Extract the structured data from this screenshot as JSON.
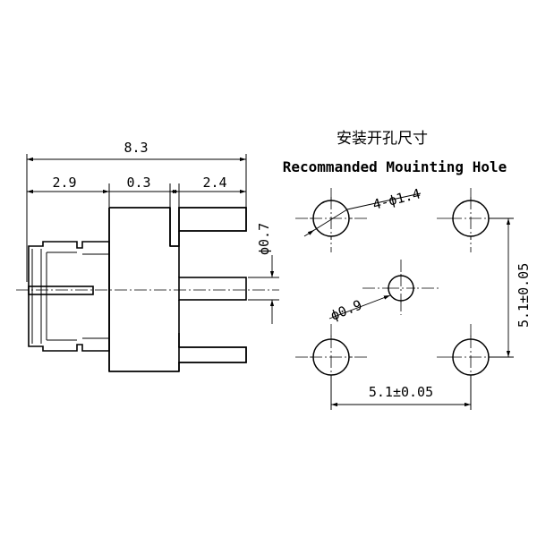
{
  "title_cn": "安装开孔尺寸",
  "title_en": "Recommanded Mouinting Hole",
  "dimensions": {
    "overall_length": "8.3",
    "front_length": "2.9",
    "gap": "0.3",
    "rear_length": "2.4",
    "pin_diameter": "ϕ0.7",
    "hole_pattern": "4-ϕ1.4",
    "center_hole": "ϕ0.9",
    "spacing_vertical": "5.1±0.05",
    "spacing_horizontal": "5.1±0.05"
  }
}
